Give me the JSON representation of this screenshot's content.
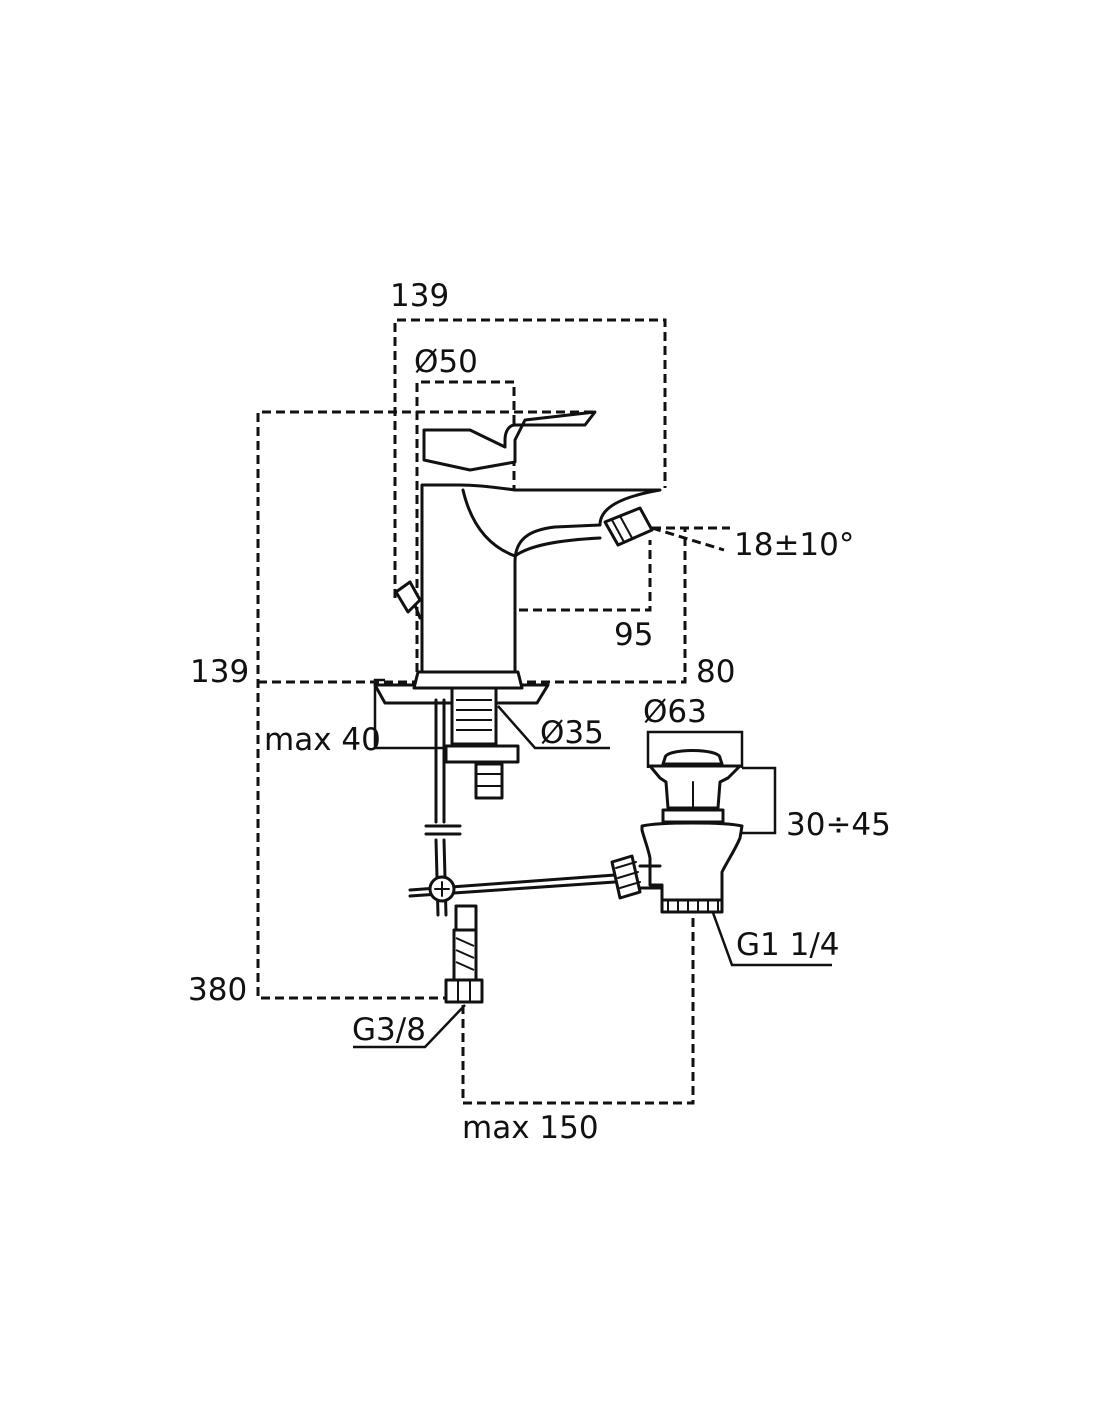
{
  "drawing": {
    "colors": {
      "line": "#111111",
      "background": "#ffffff"
    },
    "labels": {
      "width_total": "139",
      "body_diameter": "Ø50",
      "spout_angle": "18±10°",
      "spout_reach": "95",
      "height_left": "139",
      "spout_height": "80",
      "deck_thickness": "max 40",
      "hole_diameter": "Ø35",
      "waste_head_diameter": "Ø63",
      "waste_adjust": "30÷45",
      "waste_thread": "G1 1/4",
      "total_height": "380",
      "hose_thread": "G3/8",
      "max_offset": "max 150"
    }
  }
}
